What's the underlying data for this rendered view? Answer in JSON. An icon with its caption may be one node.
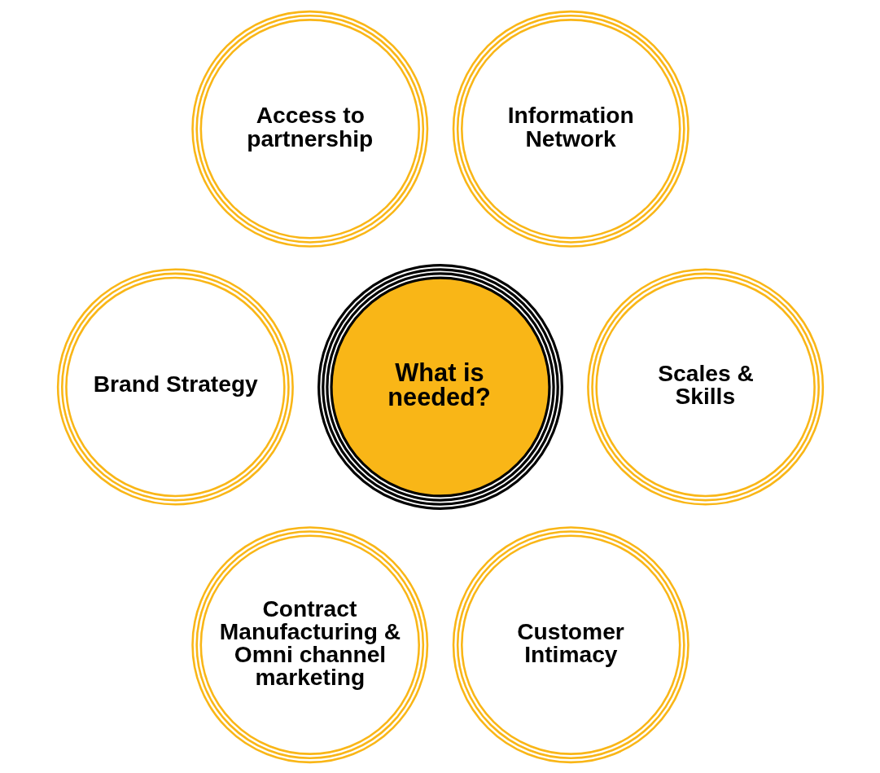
{
  "diagram": {
    "nodes": [
      {
        "text": [
          "Access to partnership"
        ]
      },
      {
        "text": [
          "Information Network"
        ]
      },
      {
        "text": [
          "Brand Strategy"
        ]
      },
      {
        "text": [
          "What is needed?"
        ]
      },
      {
        "text": [
          "Scales & Skills"
        ]
      },
      {
        "text": [
          "Contract Manufacturing & Omni channel marketing"
        ]
      },
      {
        "text": [
          "Customer Intimacy"
        ]
      }
    ],
    "edges": []
  }
}
